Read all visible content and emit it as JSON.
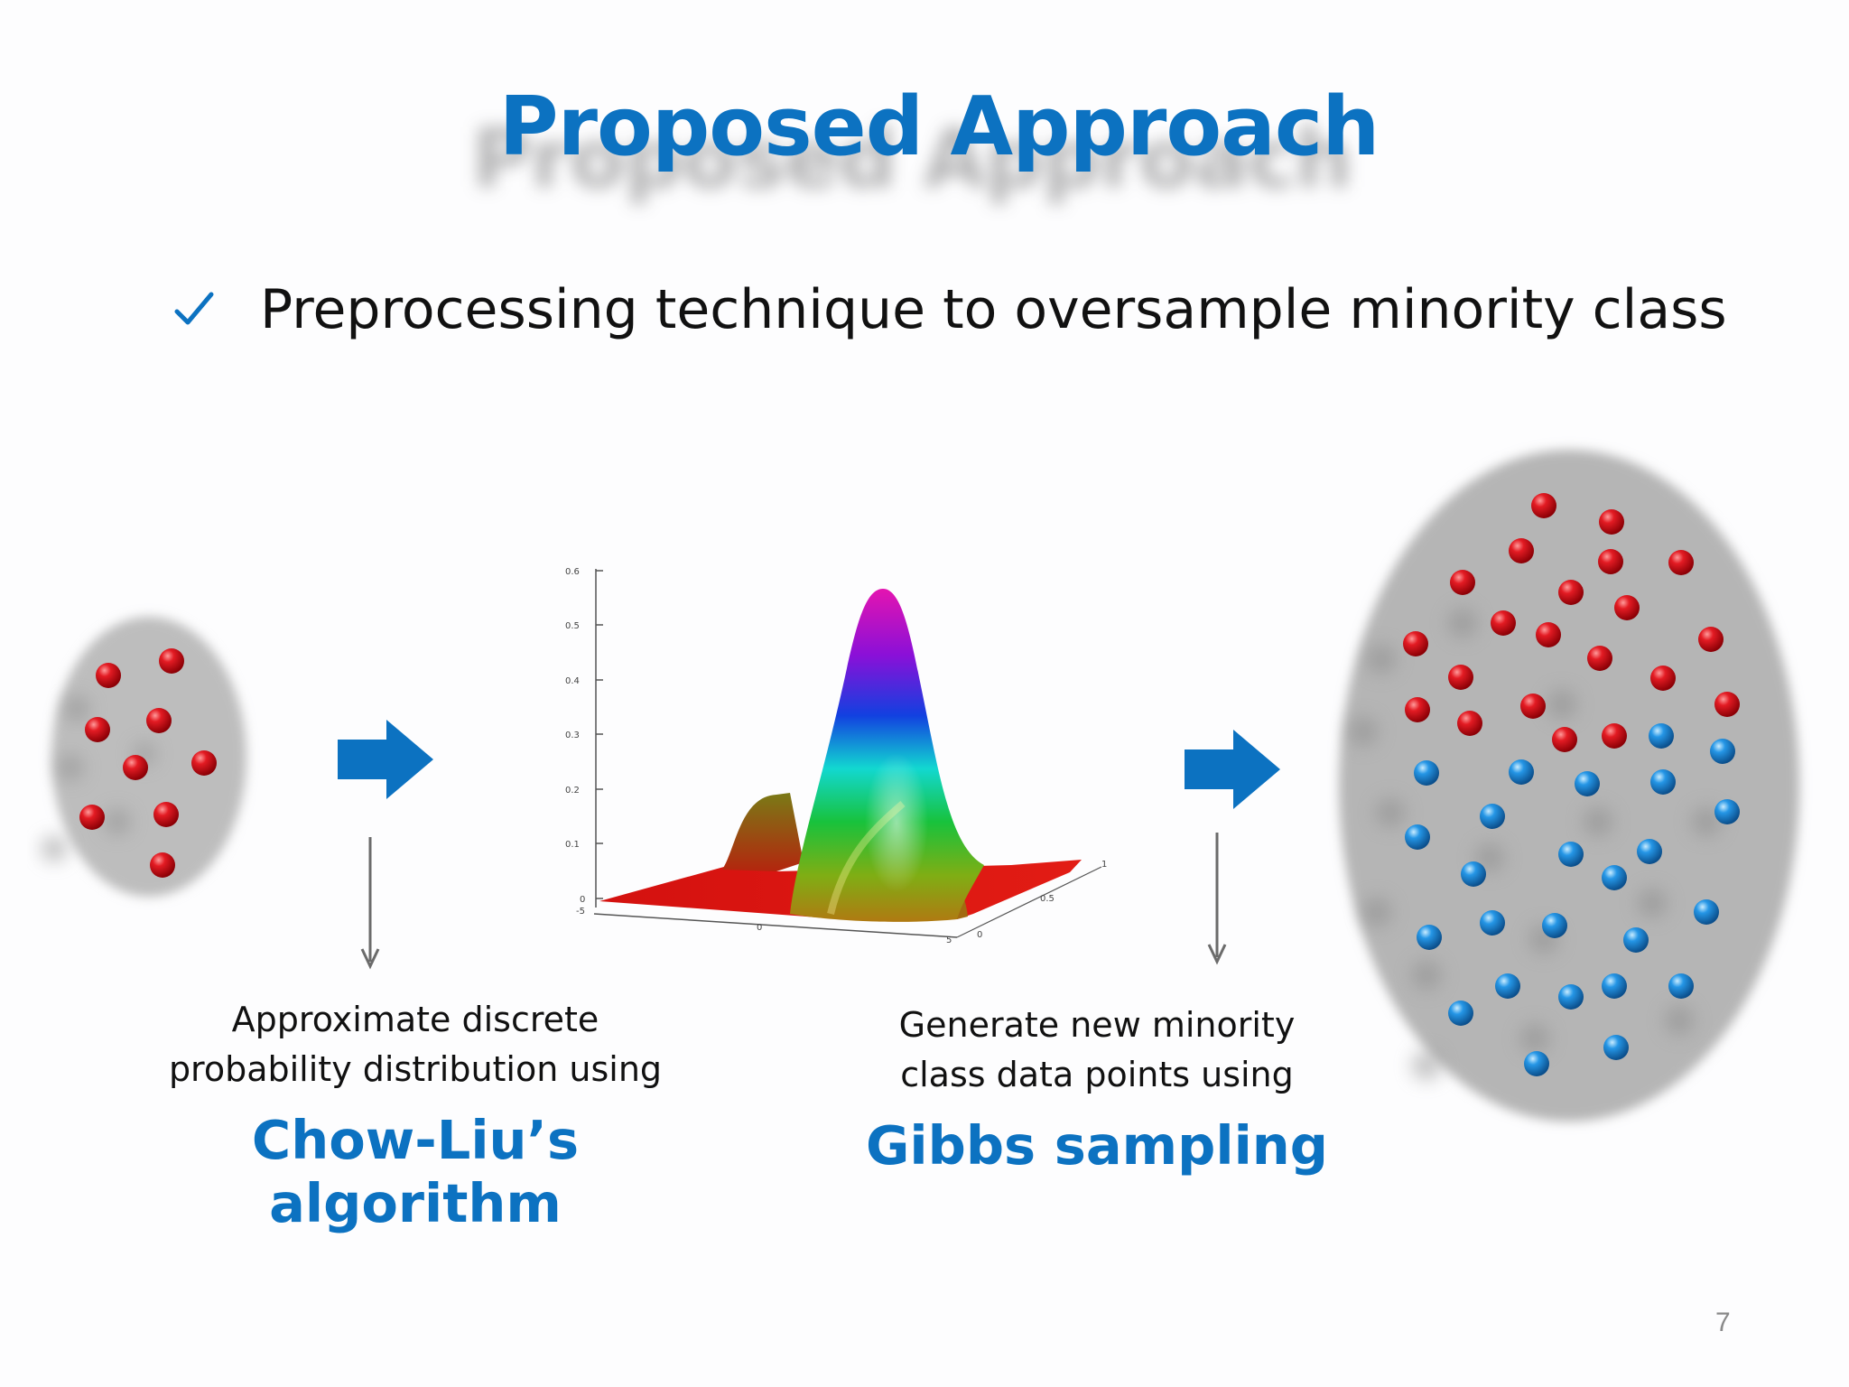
{
  "slide": {
    "title": "Proposed Approach",
    "bullet": "Preprocessing technique to oversample minority class",
    "page_number": "7"
  },
  "step1": {
    "caption_line1": "Approximate discrete",
    "caption_line2": "probability distribution using",
    "caption_emphasis": "Chow-Liu’s algorithm"
  },
  "step2": {
    "caption_line1": "Generate new minority",
    "caption_line2": "class data points using",
    "caption_emphasis": "Gibbs sampling"
  },
  "plot": {
    "z_ticks": [
      "0.6",
      "0.5",
      "0.4",
      "0.3",
      "0.2",
      "0.1",
      "0"
    ],
    "x_ticks": [
      "-5",
      "0",
      "5"
    ],
    "y_ticks": [
      "0",
      "0.5",
      "1"
    ]
  },
  "icons": {
    "check": "check-icon",
    "arrow": "right-arrow-icon",
    "down_arrow": "down-arrow-icon"
  },
  "colors": {
    "accent": "#0c72c1",
    "minority_point": "#d0101a",
    "majority_point": "#1a8ce0",
    "cloud": "#b5b5b5"
  }
}
